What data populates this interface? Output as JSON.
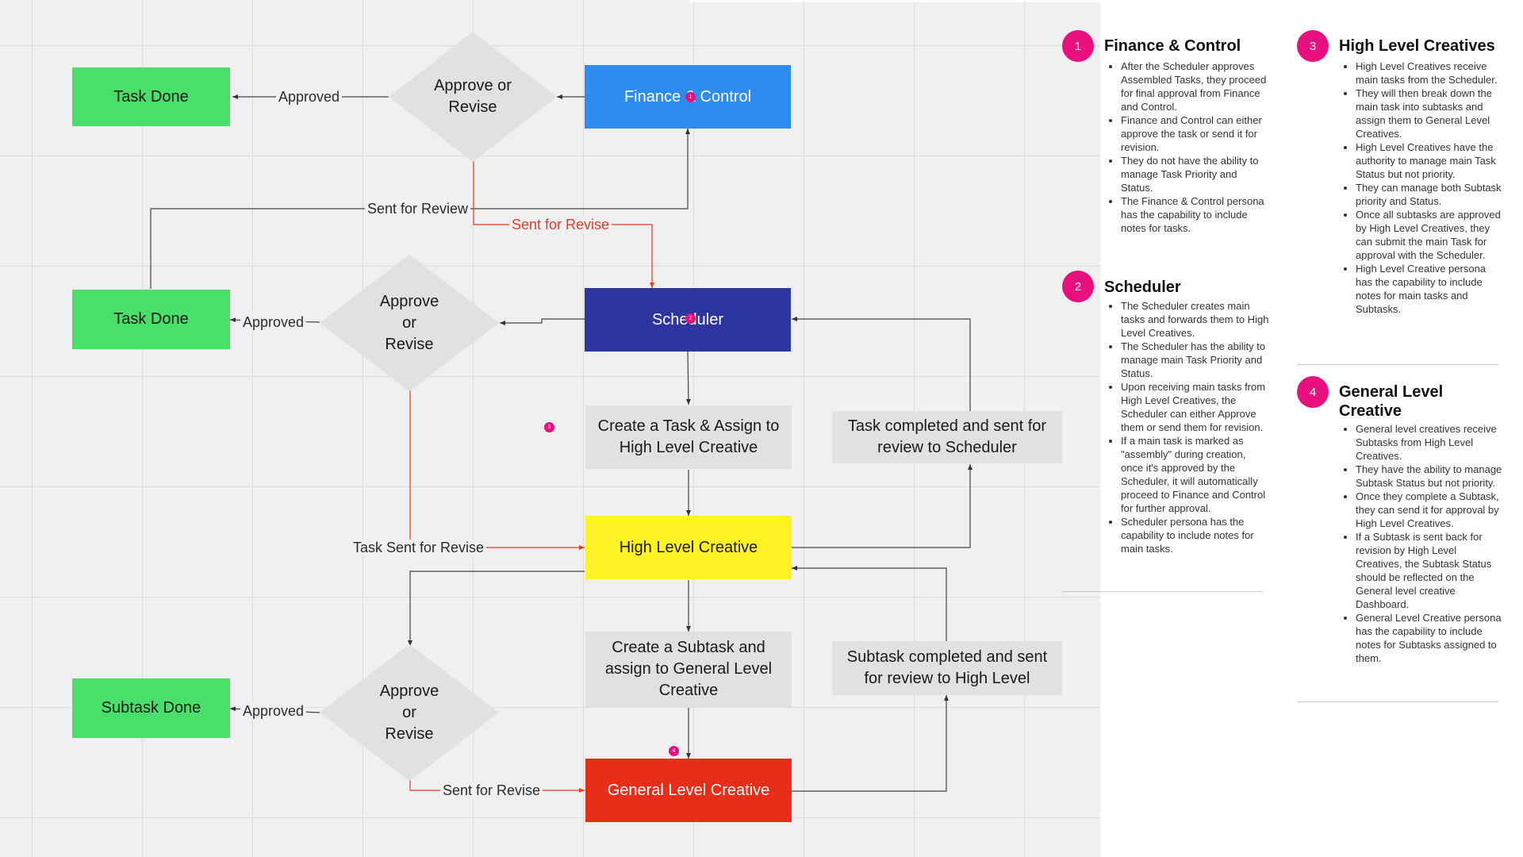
{
  "nodes": {
    "task_done_1": "Task Done",
    "task_done_2": "Task Done",
    "subtask_done": "Subtask Done",
    "finance_control": "Finance & Control",
    "scheduler": "Scheduler",
    "high_level_creative": "High Level Creative",
    "general_level_creative": "General Level Creative",
    "create_task": "Create a Task & Assign to High Level Creative",
    "create_subtask": "Create a Subtask and assign to General Level Creative",
    "task_completed": "Task completed and sent for review to Scheduler",
    "subtask_completed": "Subtask completed and sent for review to High Level"
  },
  "decisions": {
    "d1": "Approve or Revise",
    "d2": "Approve or Revise",
    "d3": "Approve or Revise"
  },
  "edge_labels": {
    "approved_1": "Approved",
    "approved_2": "Approved",
    "approved_3": "Approved",
    "sent_for_review": "Sent for Review",
    "sent_for_revise_1": "Sent for Revise",
    "task_sent_for_revise": "Task Sent for Revise",
    "sent_for_revise_2": "Sent for Revise"
  },
  "markers": {
    "m1": "1",
    "m2": "2",
    "m3": "3",
    "m4": "4"
  },
  "colors": {
    "done_green": "#49df6a",
    "finance_blue": "#2d8cf0",
    "scheduler_navy": "#2e35a0",
    "hlc_yellow": "#fff225",
    "glc_red": "#e62e1b",
    "revise_red": "#e53b25",
    "badge_pink": "#e8107e"
  },
  "legend": {
    "s1": {
      "number": "1",
      "title": "Finance & Control",
      "items": [
        "After the Scheduler approves Assembled Tasks, they proceed for final approval from Finance and Control.",
        "Finance and Control can either approve the task or send it for revision.",
        "They do not have the ability to manage Task Priority and Status.",
        "The Finance & Control persona has the capability to include notes for tasks."
      ]
    },
    "s2": {
      "number": "2",
      "title": "Scheduler",
      "items": [
        "The Scheduler creates main tasks and forwards them to High Level Creatives.",
        "The Scheduler has the ability to manage main Task Priority and Status.",
        "Upon receiving main tasks from High Level Creatives, the Scheduler can either Approve them or send them for revision.",
        "If a main task is marked as \"assembly\" during creation, once it's approved by the Scheduler, it will automatically proceed to Finance and Control for further approval.",
        "Scheduler persona has the capability to include notes for main tasks."
      ]
    },
    "s3": {
      "number": "3",
      "title": "High Level Creatives",
      "items": [
        "High Level Creatives receive main tasks from the Scheduler.",
        "They will then break down the main task into subtasks and assign them to General Level Creatives.",
        "High Level Creatives have the authority to manage main Task Status but not priority.",
        "They can manage both Subtask priority and Status.",
        "Once all subtasks are approved by High Level Creatives, they can submit the main Task for approval with the Scheduler.",
        "High Level Creative persona has the capability to include notes for main tasks and Subtasks."
      ]
    },
    "s4": {
      "number": "4",
      "title": "General Level Creative",
      "items": [
        "General level creatives receive Subtasks from High Level Creatives.",
        "They have the ability to manage Subtask Status but not priority.",
        "Once they complete a Subtask, they can send it for approval by High Level Creatives.",
        "If a Subtask is sent back for revision by High Level Creatives, the Subtask Status should be reflected on the General level creative Dashboard.",
        "General Level Creative persona has the capability to include notes for Subtasks assigned to them."
      ]
    }
  }
}
